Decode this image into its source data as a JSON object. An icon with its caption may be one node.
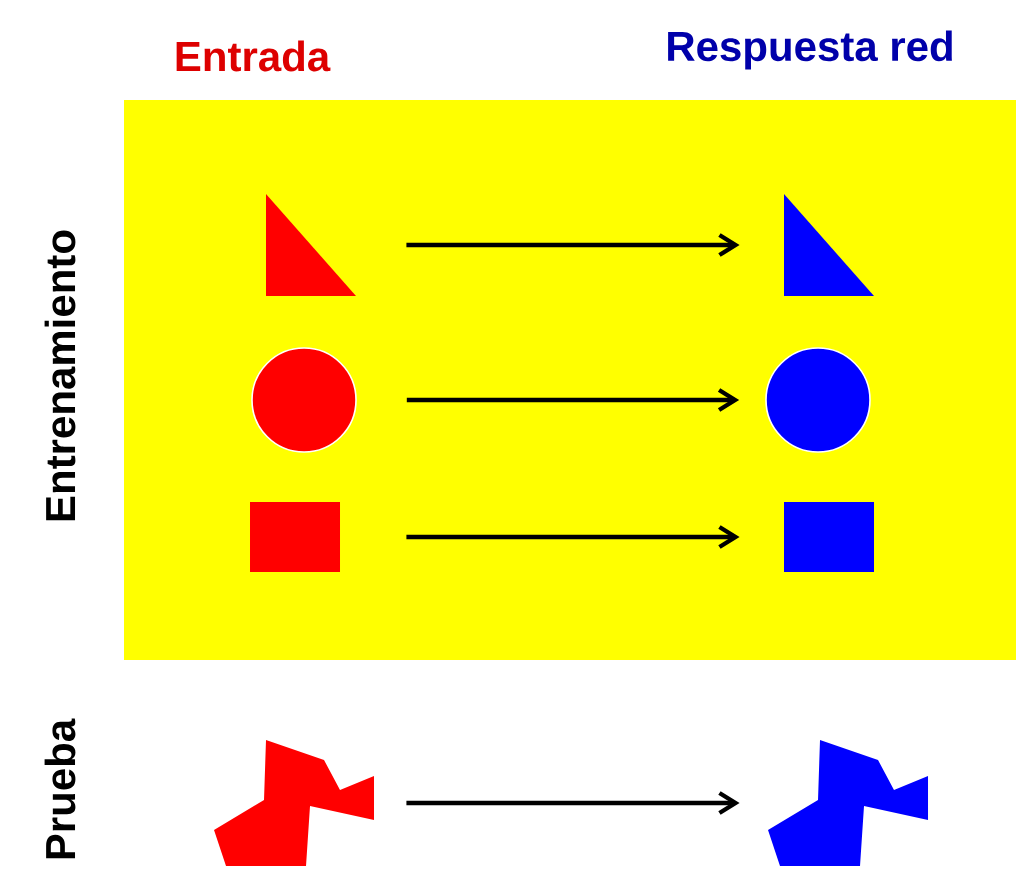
{
  "diagram": {
    "nodes": [
      {
        "text": [
          "Entrenamiento"
        ]
      },
      {
        "text": [],
        "shape": "triangle",
        "in": 0
      },
      {
        "text": [],
        "shape": "triangle",
        "in": 0
      },
      {
        "text": [],
        "shape": "circle",
        "in": 0
      },
      {
        "text": [],
        "shape": "circle",
        "in": 0
      },
      {
        "text": [],
        "shape": "box",
        "in": 0
      },
      {
        "text": [],
        "shape": "box",
        "in": 0
      },
      {
        "text": [],
        "shape": "polygon"
      },
      {
        "text": [],
        "shape": "polygon"
      }
    ],
    "edges": [
      {
        "from": 1,
        "to": 2,
        "arrow": "to"
      },
      {
        "from": 3,
        "to": 4,
        "arrow": "to"
      },
      {
        "from": 5,
        "to": 6,
        "arrow": "to"
      },
      {
        "from": 7,
        "to": 8,
        "arrow": "to"
      }
    ],
    "labels": [
      "Entrada",
      "Respuesta red",
      "Prueba"
    ]
  }
}
